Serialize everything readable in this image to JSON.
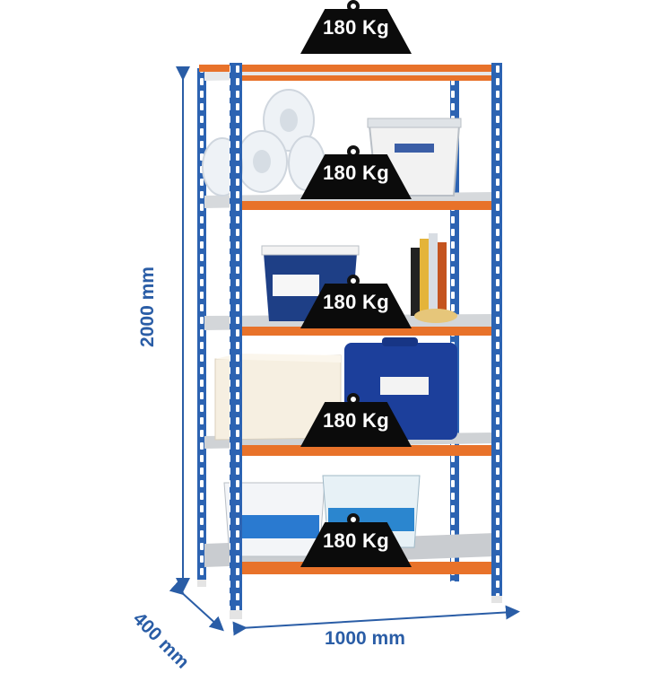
{
  "weights": [
    {
      "label": "180 Kg"
    },
    {
      "label": "180 Kg"
    },
    {
      "label": "180 Kg"
    },
    {
      "label": "180 Kg"
    },
    {
      "label": "180 Kg"
    }
  ],
  "dimensions": {
    "height": "2000 mm",
    "width": "1000 mm",
    "depth": "400 mm"
  },
  "colors": {
    "upright": "#2c63b2",
    "beam": "#e8722a",
    "shelf": "#c9ccd0",
    "dimension": "#2a5da6"
  }
}
